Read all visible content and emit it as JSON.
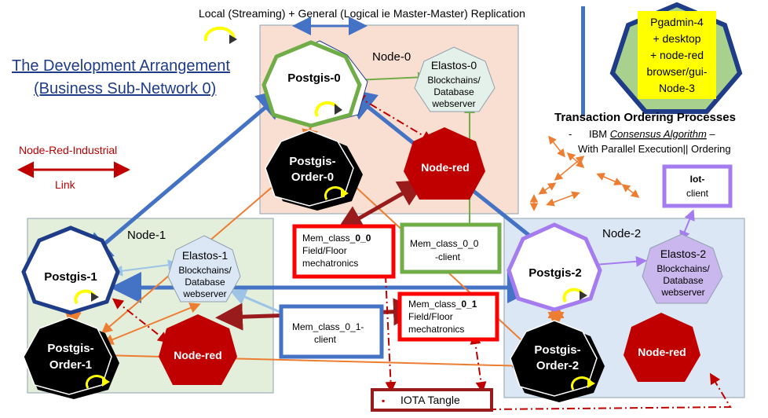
{
  "header": {
    "replication_title": "Local (Streaming) + General (Logical ie Master-Master) Replication",
    "page_title_line1": "The Development Arrangement",
    "page_title_line2": "(Business Sub-Network 0)"
  },
  "legend": {
    "link_label_top": "Node-Red-Industrial",
    "link_label_bottom": "Link"
  },
  "pgadmin": {
    "line1": "Pgadmin-4",
    "line2": "+ desktop",
    "line3": "+ node-red",
    "line4": "browser/gui-",
    "line5": "Node-3"
  },
  "transaction": {
    "title": "Transaction Ordering Processes",
    "dash": "-",
    "line1_prefix": "IBM ",
    "line1_italic": "Consensus Algorithm",
    "line1_suffix": " –",
    "line2": "With Parallel Execution|| Ordering"
  },
  "nodes": {
    "node0_label": "Node-0",
    "node1_label": "Node-1",
    "node2_label": "Node-2",
    "postgis0": "Postgis-0",
    "postgis1": "Postgis-1",
    "postgis2": "Postgis-2",
    "order0_line1": "Postgis-",
    "order0_line2": "Order-0",
    "order1_line1": "Postgis-",
    "order1_line2": "Order-1",
    "order2_line1": "Postgis-",
    "order2_line2": "Order-2",
    "nodered0": "Node-red",
    "nodered1": "Node-red",
    "nodered2": "Node-red",
    "elastos0": [
      "Elastos-0",
      "Blockchains/",
      "Database",
      "webserver"
    ],
    "elastos1": [
      "Elastos-1",
      "Blockchains/",
      "Database",
      "webserver"
    ],
    "elastos2": [
      "Elastos-2",
      "Blockchains/",
      "Database",
      "webserver"
    ],
    "iot_line1": "Iot-",
    "iot_line2": "client"
  },
  "boxes": {
    "mem00_prefix": "Mem_class_",
    "mem00_bold": "0_0",
    "mem00_line2": "Field/Floor",
    "mem00_line3": "mechatronics",
    "mem00client_line1": "Mem_class_0_0",
    "mem00client_line2": "-client",
    "mem01_prefix": "Mem_class_",
    "mem01_bold": "0_1",
    "mem01_line2": "Field/Floor",
    "mem01_line3": "mechatronics",
    "mem01client_line1": "Mem_class_0_1-",
    "mem01client_line2": "client",
    "iota": "IOTA Tangle"
  },
  "colors": {
    "node0_bg": "#f9dfd1",
    "node1_bg": "#e3eedb",
    "node2_bg": "#dce7f5",
    "red": "#c00000",
    "dark_red": "#9a1b1b",
    "blue": "#4472c4",
    "navy": "#1f3c88",
    "orange": "#ed7d31",
    "green": "#70ad47",
    "purple": "#a57bf0",
    "yellow": "#ffff00",
    "pgadmin_fill": "#a9d18e"
  }
}
